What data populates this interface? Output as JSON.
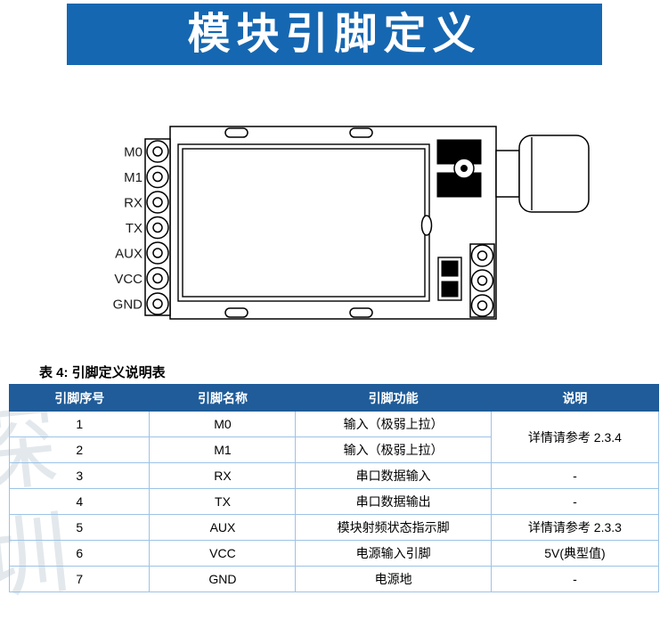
{
  "banner": {
    "title": "模块引脚定义",
    "bg_color": "#1667b1",
    "text_color": "#ffffff"
  },
  "diagram": {
    "pin_labels": [
      "M0",
      "M1",
      "RX",
      "TX",
      "AUX",
      "VCC",
      "GND"
    ]
  },
  "table": {
    "caption": "表 4: 引脚定义说明表",
    "columns": [
      "引脚序号",
      "引脚名称",
      "引脚功能",
      "说明"
    ],
    "rows": [
      {
        "no": "1",
        "name": "M0",
        "func": "输入（极弱上拉）",
        "note": "详情请参考 2.3.4"
      },
      {
        "no": "2",
        "name": "M1",
        "func": "输入（极弱上拉）",
        "note": ""
      },
      {
        "no": "3",
        "name": "RX",
        "func": "串口数据输入",
        "note": "-"
      },
      {
        "no": "4",
        "name": "TX",
        "func": "串口数据输出",
        "note": "-"
      },
      {
        "no": "5",
        "name": "AUX",
        "func": "模块射频状态指示脚",
        "note": "详情请参考 2.3.3"
      },
      {
        "no": "6",
        "name": "VCC",
        "func": "电源输入引脚",
        "note": "5V(典型值)"
      },
      {
        "no": "7",
        "name": "GND",
        "func": "电源地",
        "note": "-"
      }
    ],
    "header_bg": "#1f5c99",
    "header_text_color": "#ffffff",
    "border_color": "#9cc3e6"
  },
  "watermark": {
    "chars": [
      "深",
      "圳"
    ]
  }
}
